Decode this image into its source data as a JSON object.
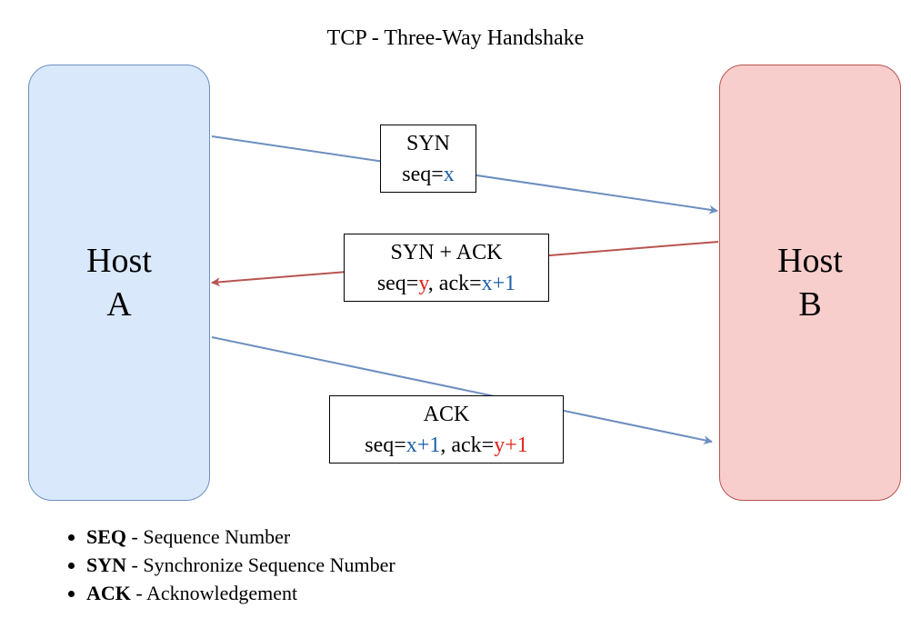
{
  "title": "TCP - Three-Way Handshake",
  "host_a": {
    "line1": "Host",
    "line2": "A"
  },
  "host_b": {
    "line1": "Host",
    "line2": "B"
  },
  "messages": [
    {
      "name": "SYN",
      "seq_prefix": "seq=",
      "seq_value": "x"
    },
    {
      "name": "SYN + ACK",
      "seq_prefix": "seq=",
      "seq_value": "y",
      "ack_prefix": ", ack=",
      "ack_value": "x+1"
    },
    {
      "name": "ACK",
      "seq_prefix": "seq=",
      "seq_value": "x+1",
      "ack_prefix": ", ack=",
      "ack_value": "y+1"
    }
  ],
  "legend": [
    {
      "term": "SEQ",
      "desc": " - Sequence Number"
    },
    {
      "term": "SYN",
      "desc": " - Synchronize Sequence Number"
    },
    {
      "term": "ACK",
      "desc": " - Acknowledgement"
    }
  ],
  "colors": {
    "host_a_fill": "#dae8fc",
    "host_a_stroke": "#6c8ebf",
    "host_b_fill": "#f8cecc",
    "host_b_stroke": "#b85450",
    "x_value": "#1a5fa8",
    "y_value": "#e0231c"
  }
}
